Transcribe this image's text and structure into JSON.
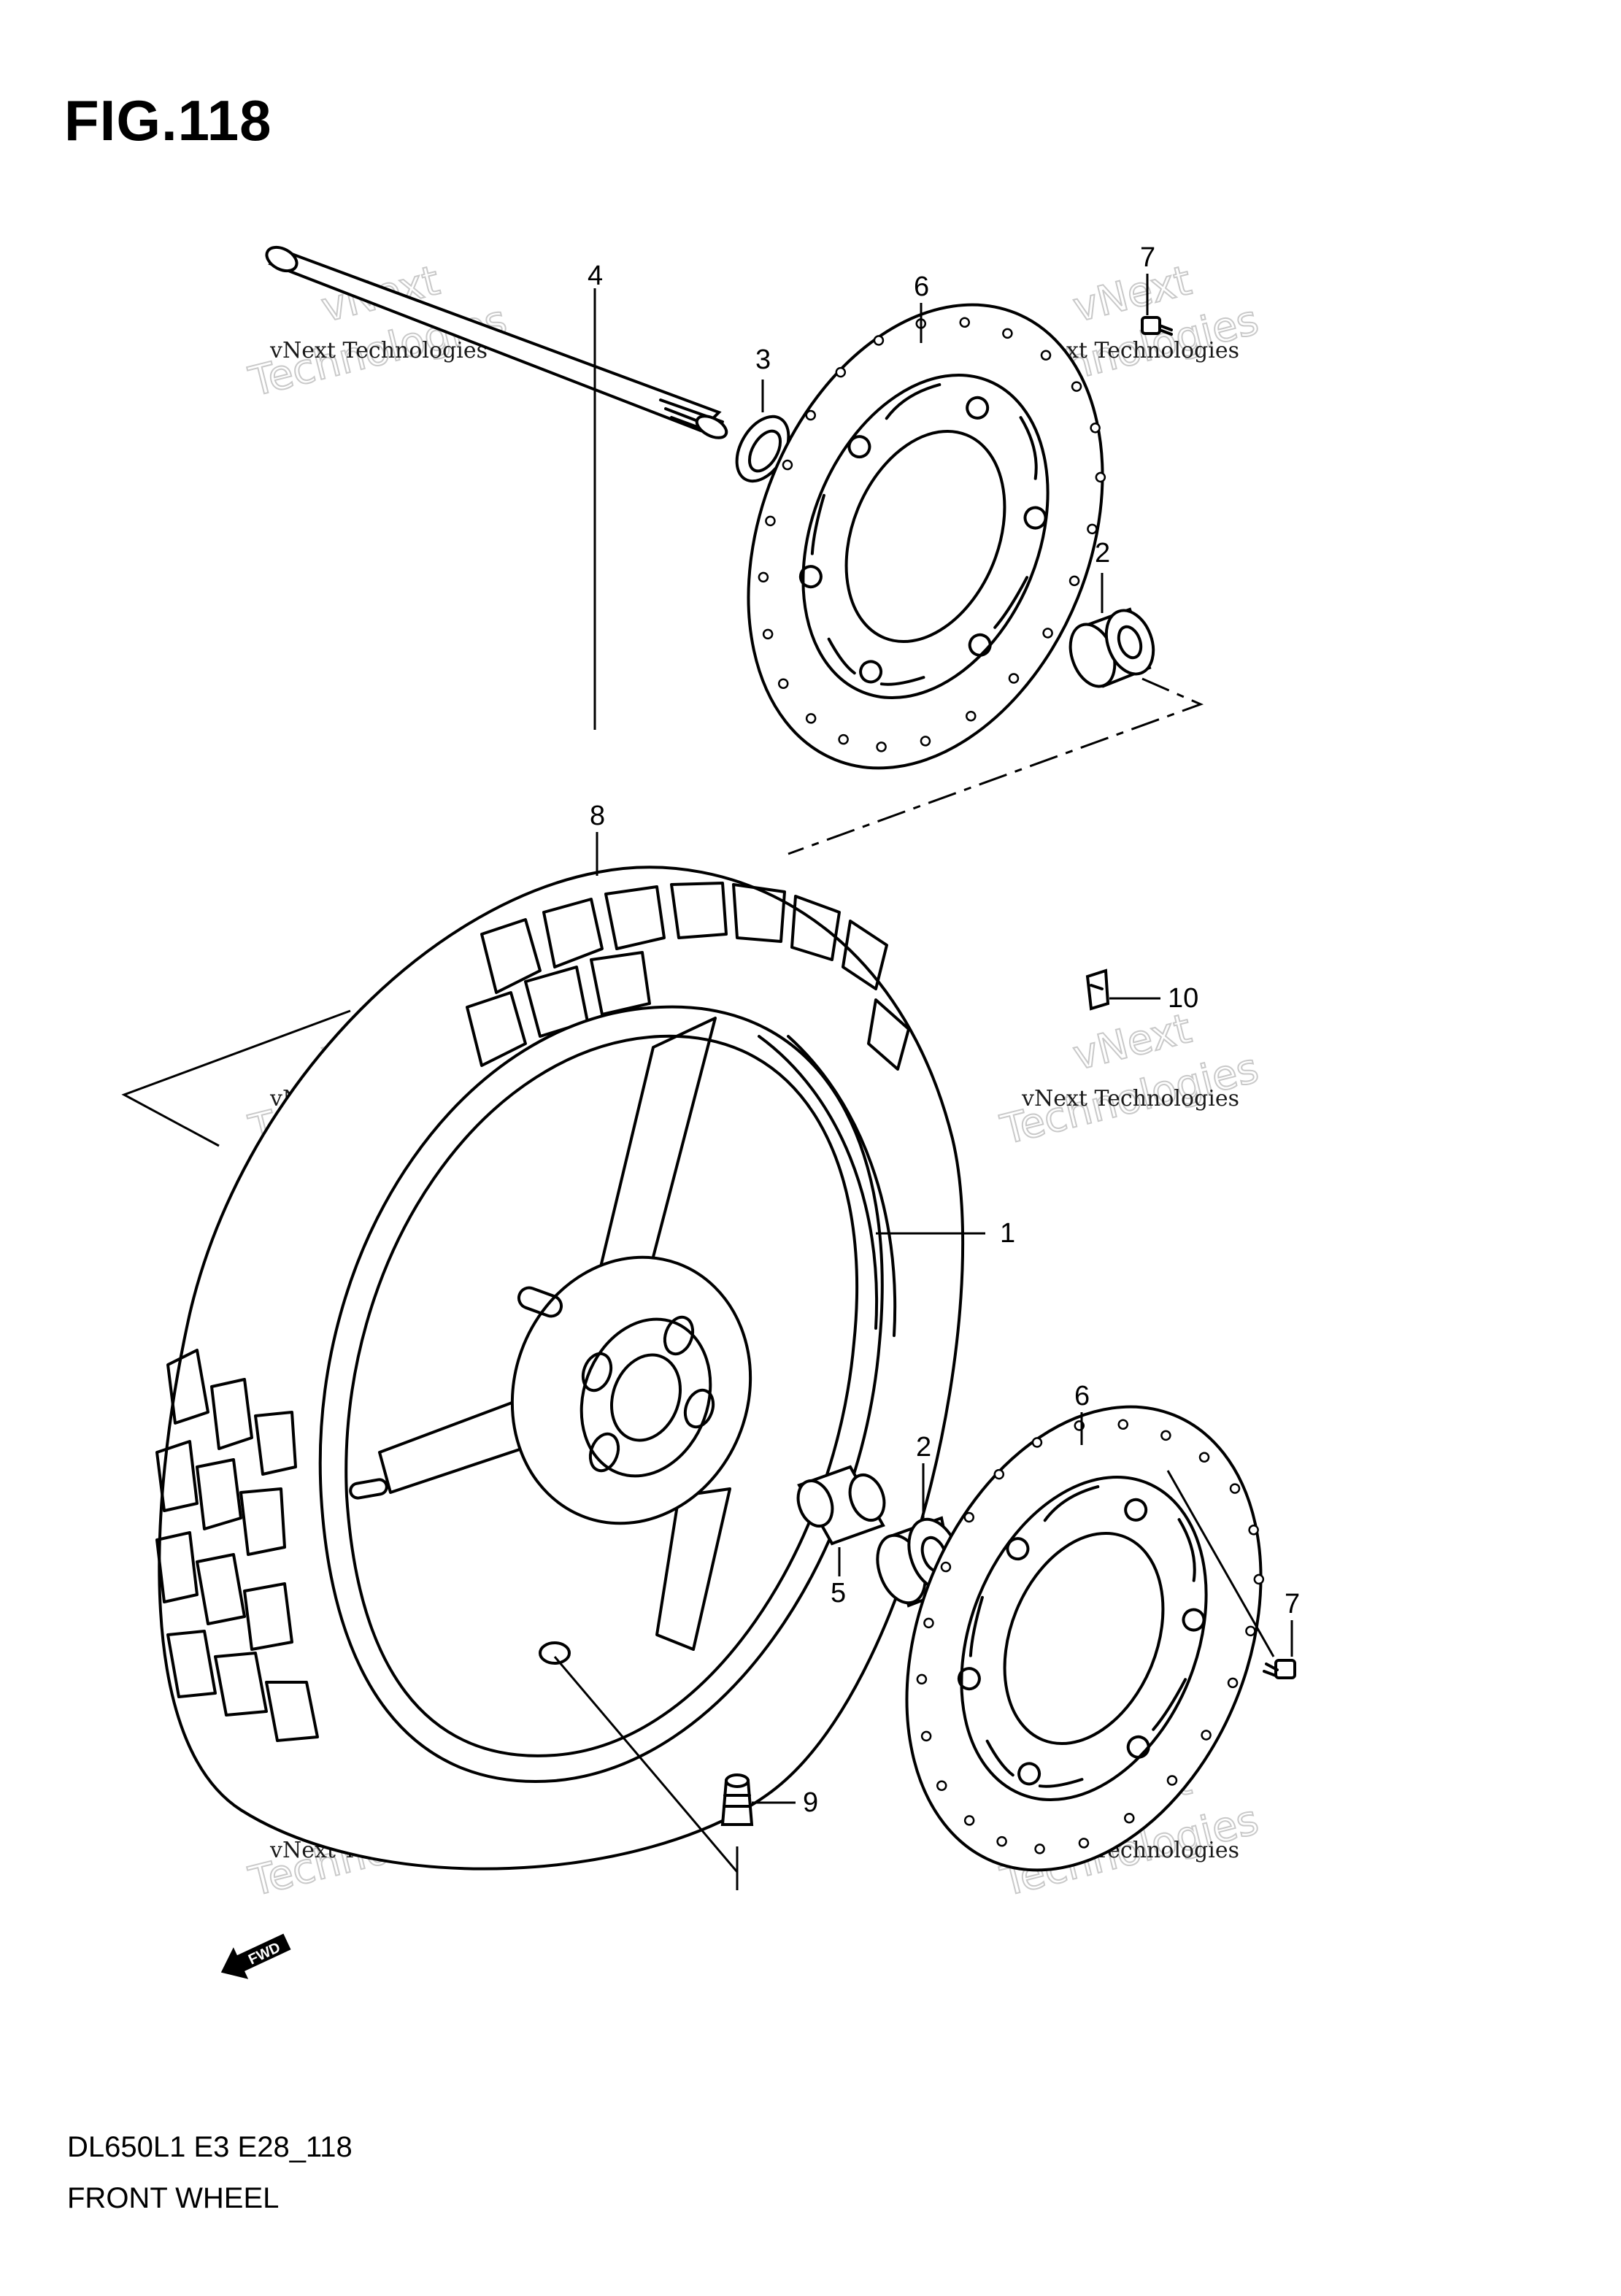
{
  "figure": {
    "title": "FIG.118",
    "model_code": "DL650L1 E3 E28_118",
    "name": "FRONT WHEEL"
  },
  "callouts": [
    {
      "id": "1",
      "label": "1"
    },
    {
      "id": "2a",
      "label": "2"
    },
    {
      "id": "2b",
      "label": "2"
    },
    {
      "id": "3",
      "label": "3"
    },
    {
      "id": "4",
      "label": "4"
    },
    {
      "id": "5",
      "label": "5"
    },
    {
      "id": "6a",
      "label": "6"
    },
    {
      "id": "6b",
      "label": "6"
    },
    {
      "id": "7a",
      "label": "7"
    },
    {
      "id": "7b",
      "label": "7"
    },
    {
      "id": "8",
      "label": "8"
    },
    {
      "id": "9",
      "label": "9"
    },
    {
      "id": "10",
      "label": "10"
    }
  ],
  "watermark": {
    "line_big": "vNext",
    "line_big_2": "Technologies",
    "line_small": "vNext Technologies"
  },
  "fwd_badge": "FWD"
}
